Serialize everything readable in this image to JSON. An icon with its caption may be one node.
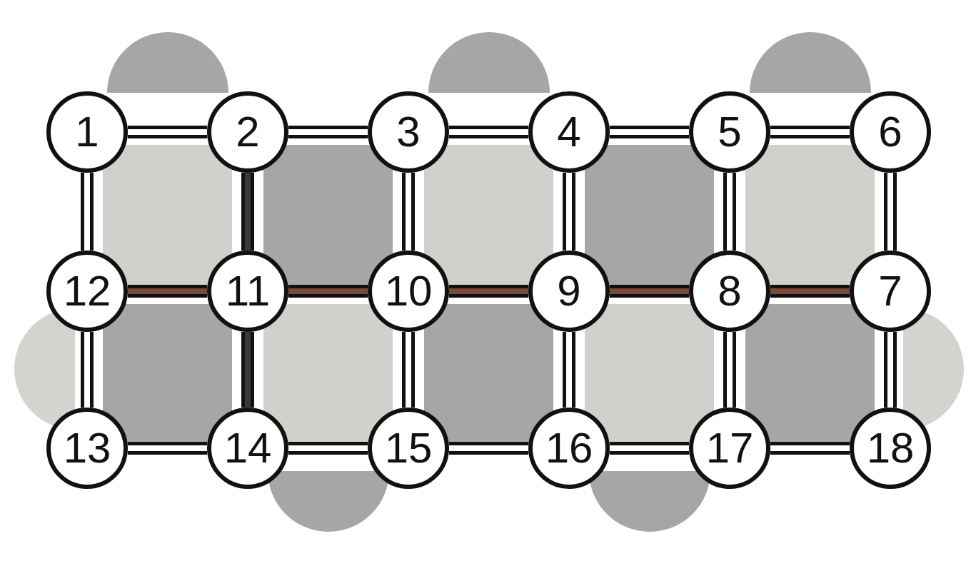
{
  "diagram": {
    "nodes": [
      {
        "text": [
          "1"
        ]
      },
      {
        "text": [
          "2"
        ]
      },
      {
        "text": [
          "3"
        ]
      },
      {
        "text": [
          "4"
        ]
      },
      {
        "text": [
          "5"
        ]
      },
      {
        "text": [
          "6"
        ]
      },
      {
        "text": [
          "12"
        ]
      },
      {
        "text": [
          "11"
        ]
      },
      {
        "text": [
          "10"
        ]
      },
      {
        "text": [
          "9"
        ]
      },
      {
        "text": [
          "8"
        ]
      },
      {
        "text": [
          "7"
        ]
      },
      {
        "text": [
          "13"
        ]
      },
      {
        "text": [
          "14"
        ]
      },
      {
        "text": [
          "15"
        ]
      },
      {
        "text": [
          "16"
        ]
      },
      {
        "text": [
          "17"
        ]
      },
      {
        "text": [
          "18"
        ]
      }
    ],
    "edges": [
      {
        "from": 0,
        "to": 1,
        "arrow": "none"
      },
      {
        "from": 1,
        "to": 2,
        "arrow": "none"
      },
      {
        "from": 2,
        "to": 3,
        "arrow": "none"
      },
      {
        "from": 3,
        "to": 4,
        "arrow": "none"
      },
      {
        "from": 4,
        "to": 5,
        "arrow": "none"
      },
      {
        "from": 0,
        "to": 6,
        "arrow": "none"
      },
      {
        "from": 1,
        "to": 7,
        "arrow": "none",
        "color": "#3a3a3a"
      },
      {
        "from": 2,
        "to": 8,
        "arrow": "none"
      },
      {
        "from": 3,
        "to": 9,
        "arrow": "none"
      },
      {
        "from": 4,
        "to": 10,
        "arrow": "none"
      },
      {
        "from": 5,
        "to": 11,
        "arrow": "none"
      },
      {
        "from": 6,
        "to": 7,
        "arrow": "none",
        "color": "#7b4a36"
      },
      {
        "from": 7,
        "to": 8,
        "arrow": "none",
        "color": "#7b4a36"
      },
      {
        "from": 8,
        "to": 9,
        "arrow": "none",
        "color": "#7b4a36"
      },
      {
        "from": 9,
        "to": 10,
        "arrow": "none",
        "color": "#7b4a36"
      },
      {
        "from": 10,
        "to": 11,
        "arrow": "none",
        "color": "#7b4a36"
      },
      {
        "from": 6,
        "to": 12,
        "arrow": "none"
      },
      {
        "from": 7,
        "to": 13,
        "arrow": "none",
        "color": "#3a3a3a"
      },
      {
        "from": 8,
        "to": 14,
        "arrow": "none"
      },
      {
        "from": 9,
        "to": 15,
        "arrow": "none"
      },
      {
        "from": 10,
        "to": 16,
        "arrow": "none"
      },
      {
        "from": 11,
        "to": 17,
        "arrow": "none"
      },
      {
        "from": 12,
        "to": 13,
        "arrow": "none"
      },
      {
        "from": 13,
        "to": 14,
        "arrow": "none"
      },
      {
        "from": 14,
        "to": 15,
        "arrow": "none"
      },
      {
        "from": 15,
        "to": 16,
        "arrow": "none"
      },
      {
        "from": 16,
        "to": 17,
        "arrow": "none"
      }
    ]
  }
}
